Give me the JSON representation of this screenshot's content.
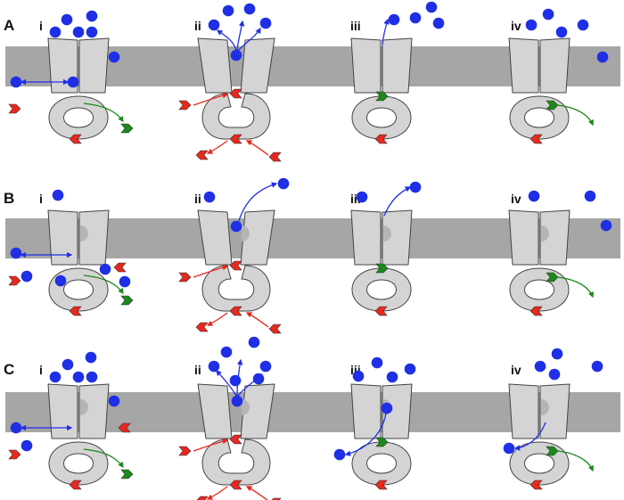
{
  "rows": [
    {
      "label": "A",
      "panels": [
        "i",
        "ii",
        "iii",
        "iv"
      ]
    },
    {
      "label": "B",
      "panels": [
        "i",
        "ii",
        "iii",
        "iv"
      ]
    },
    {
      "label": "C",
      "panels": [
        "i",
        "ii",
        "iii",
        "iv"
      ]
    }
  ],
  "colors": {
    "membrane": "#a6a6a6",
    "protein_fill": "#d4d4d4",
    "protein_stroke": "#444444",
    "ion": "#1f2fe6",
    "ion_arrow": "#1f2fe6",
    "ligand_red": "#e8281e",
    "ligand_green": "#1a8a1a",
    "arrow_red": "#e8281e",
    "arrow_green": "#1a8a1a",
    "binding_site": "#b5b5b5"
  },
  "icons": [
    "ion-dot-icon",
    "ligand-chevron-icon",
    "binding-site-icon"
  ]
}
